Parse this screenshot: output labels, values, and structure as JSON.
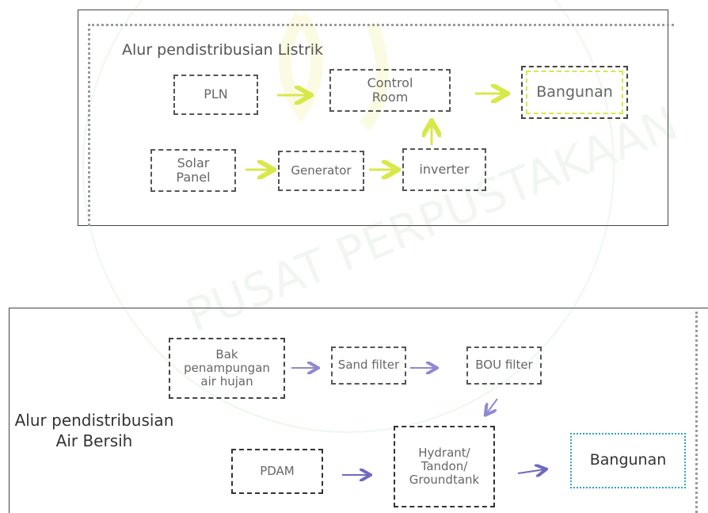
{
  "watermark": {
    "text": "PUSAT PERPUSTAKAAN"
  },
  "colors": {
    "electric_arrow": "#d8e84a",
    "water_arrow": "#8f89d2",
    "water_arrow_dark": "#6f6ac0",
    "cyan_dotted": "#2aa5c8",
    "yellow_box": "#d8e84a"
  },
  "electric": {
    "title": "Alur pendistribusian Listrik",
    "nodes": {
      "pln": "PLN",
      "control_room": "Control Room",
      "bangunan": "Bangunan",
      "solar_panel": "Solar Panel",
      "generator": "Generator",
      "inverter": "inverter"
    }
  },
  "water": {
    "title": "Alur pendistribusian Air Bersih",
    "nodes": {
      "bak": "Bak penampungan air hujan",
      "sand_filter": "Sand filter",
      "bou_filter": "BOU filter",
      "pdam": "PDAM",
      "hydrant": "Hydrant/ Tandon/ Groundtank",
      "bangunan": "Bangunan"
    }
  }
}
